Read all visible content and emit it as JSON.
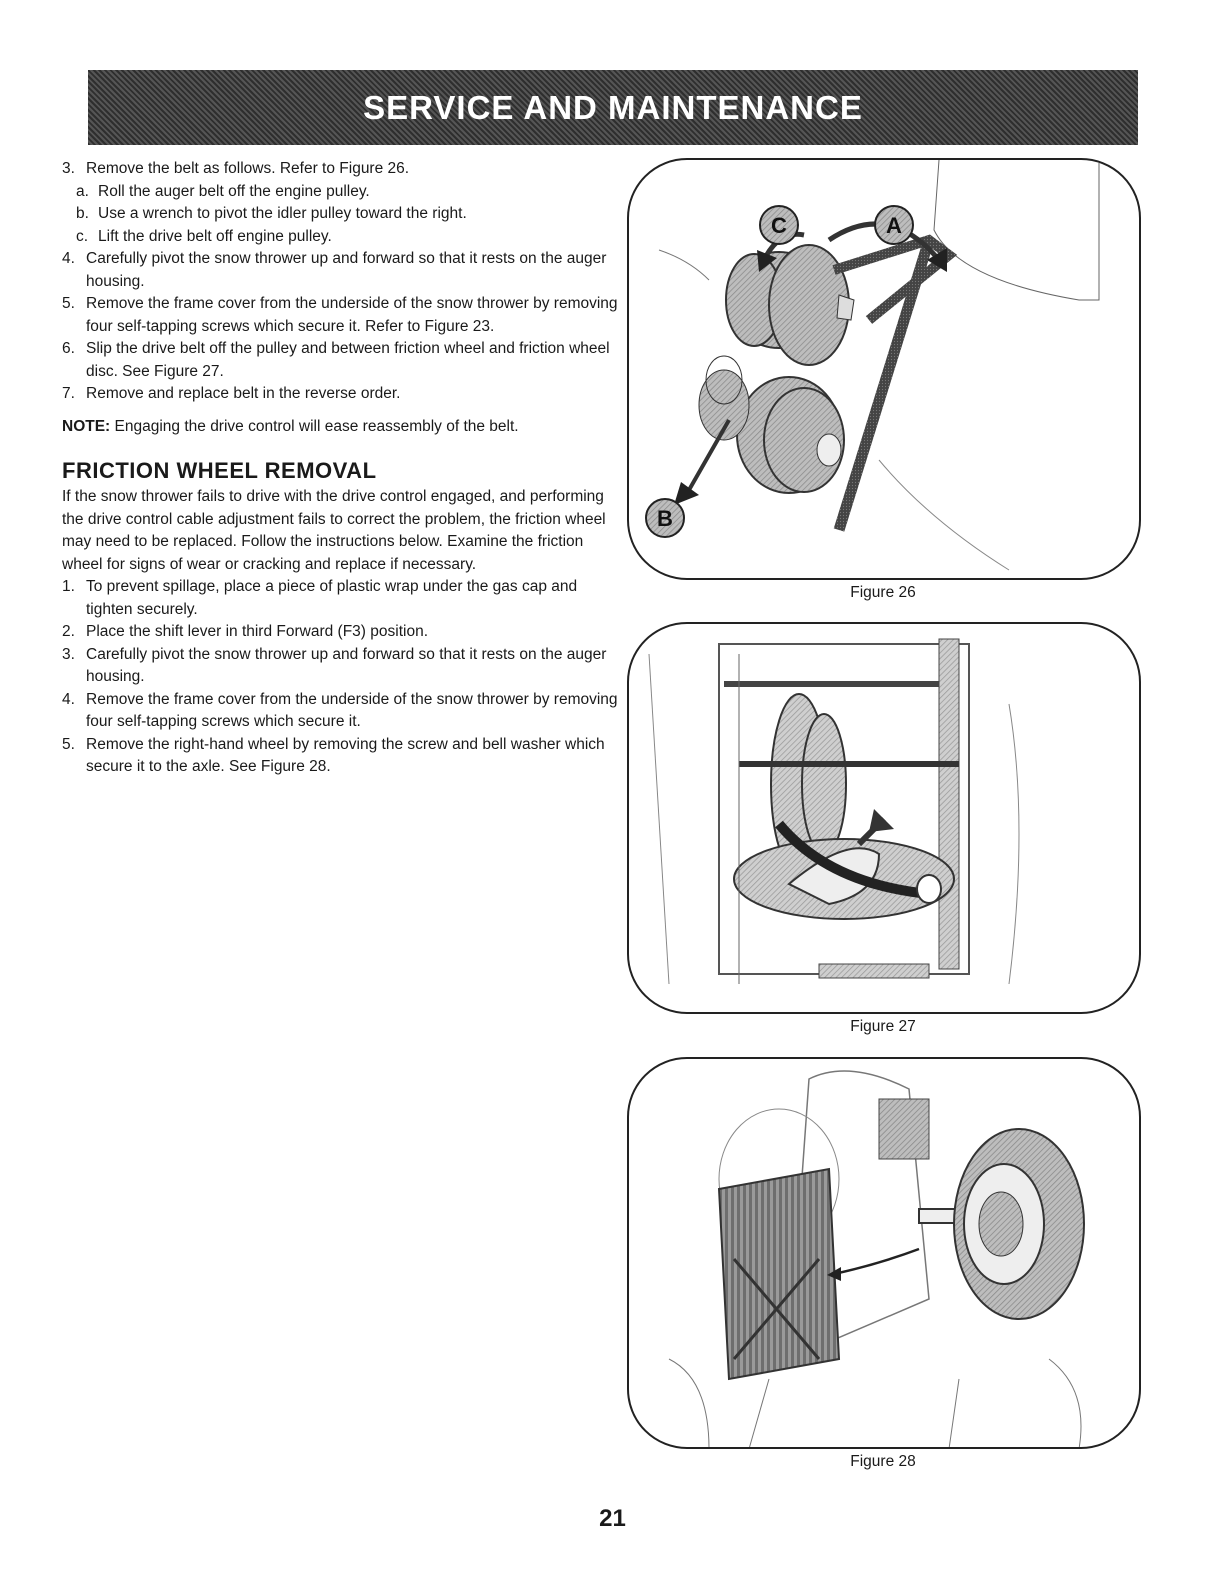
{
  "header": {
    "title": "SERVICE AND MAINTENANCE"
  },
  "belt_steps": [
    {
      "num": "3.",
      "text": "Remove the belt as follows. Refer to Figure 26."
    },
    {
      "num": "4.",
      "text": "Carefully pivot the snow thrower up and forward so that it rests on the auger housing."
    },
    {
      "num": "5.",
      "text": "Remove the frame cover from the underside of the snow thrower by removing four self-tapping screws which secure it. Refer to Figure 23."
    },
    {
      "num": "6.",
      "text": "Slip the drive belt off the pulley and between friction wheel and friction wheel disc. See Figure 27."
    },
    {
      "num": "7.",
      "text": "Remove and replace belt in the reverse order."
    }
  ],
  "belt_substeps": [
    {
      "num": "a.",
      "text": "Roll the auger belt off the engine pulley."
    },
    {
      "num": "b.",
      "text": "Use a wrench to pivot the idler pulley toward the right."
    },
    {
      "num": "c.",
      "text": "Lift the drive belt off engine pulley."
    }
  ],
  "note": {
    "label": "NOTE:",
    "text": " Engaging the drive control will ease reassembly of the belt."
  },
  "friction": {
    "heading": "FRICTION WHEEL REMOVAL",
    "intro": "If the snow thrower fails to drive with the drive control engaged, and performing the drive control cable adjustment fails to correct the problem, the friction wheel may need to be replaced. Follow the instructions below. Examine the friction wheel for signs of wear or cracking and replace if necessary.",
    "steps": [
      {
        "num": "1.",
        "text": "To prevent spillage, place a piece of plastic wrap under the gas cap and tighten securely."
      },
      {
        "num": "2.",
        "text": "Place the shift lever in third Forward (F3) position."
      },
      {
        "num": "3.",
        "text": "Carefully pivot the snow thrower up and forward so that it rests on the auger housing."
      },
      {
        "num": "4.",
        "text": "Remove the frame cover from the underside of the snow thrower by removing four self-tapping screws which secure it."
      },
      {
        "num": "5.",
        "text": "Remove the right-hand wheel by removing the screw and bell washer which secure it to the axle. See Figure 28."
      }
    ]
  },
  "figures": {
    "fig26": {
      "caption": "Figure 26",
      "callouts": [
        "C",
        "A",
        "B"
      ]
    },
    "fig27": {
      "caption": "Figure 27"
    },
    "fig28": {
      "caption": "Figure 28"
    }
  },
  "page_number": "21"
}
